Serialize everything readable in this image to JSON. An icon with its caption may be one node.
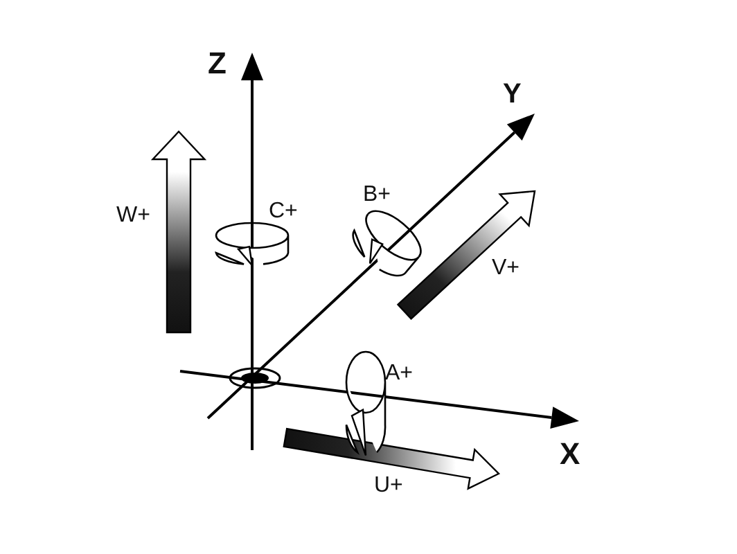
{
  "diagram": {
    "labels": [
      "Z",
      "Y",
      "W+",
      "C+",
      "B+",
      "V+",
      "A+",
      "X",
      "U+"
    ]
  }
}
